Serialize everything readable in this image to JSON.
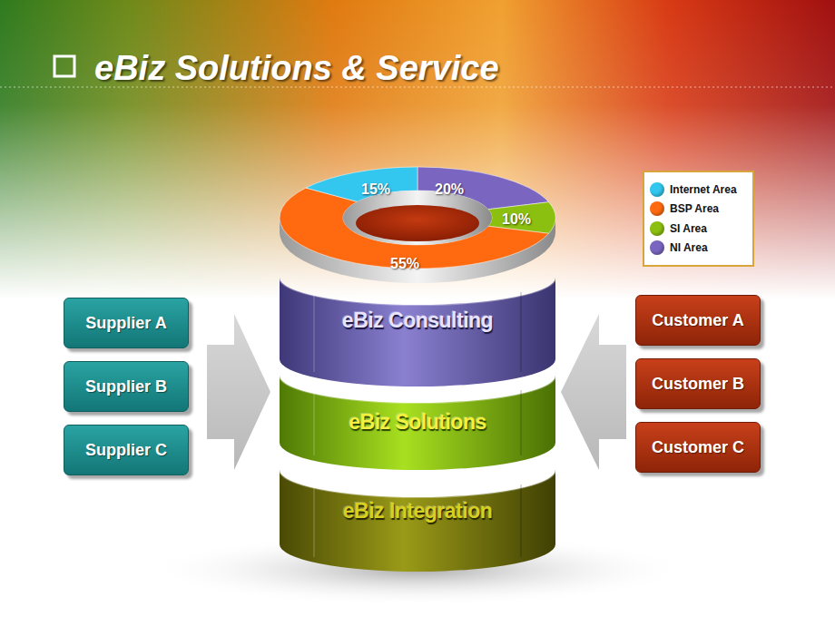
{
  "diagram": {
    "title": "eBiz Solutions & Service",
    "nodes": [
      {
        "text": [
          "Supplier A"
        ]
      },
      {
        "text": [
          "Supplier B"
        ]
      },
      {
        "text": [
          "Supplier C"
        ]
      },
      {
        "text": [
          "eBiz Consulting"
        ]
      },
      {
        "text": [
          "eBiz Solutions"
        ]
      },
      {
        "text": [
          "eBiz Integration"
        ]
      },
      {
        "text": [
          "Customer A"
        ]
      },
      {
        "text": [
          "Customer B"
        ]
      },
      {
        "text": [
          "Customer C"
        ]
      }
    ],
    "labels": [
      "15%",
      "20%",
      "10%",
      "55%"
    ],
    "legend": [
      {
        "text": "Internet Area",
        "color": "#33c6ee"
      },
      {
        "text": "BSP Area",
        "color": "#ff6a10"
      },
      {
        "text": "SI Area",
        "color": "#8cc010"
      },
      {
        "text": "NI Area",
        "color": "#7a66c0"
      }
    ]
  }
}
